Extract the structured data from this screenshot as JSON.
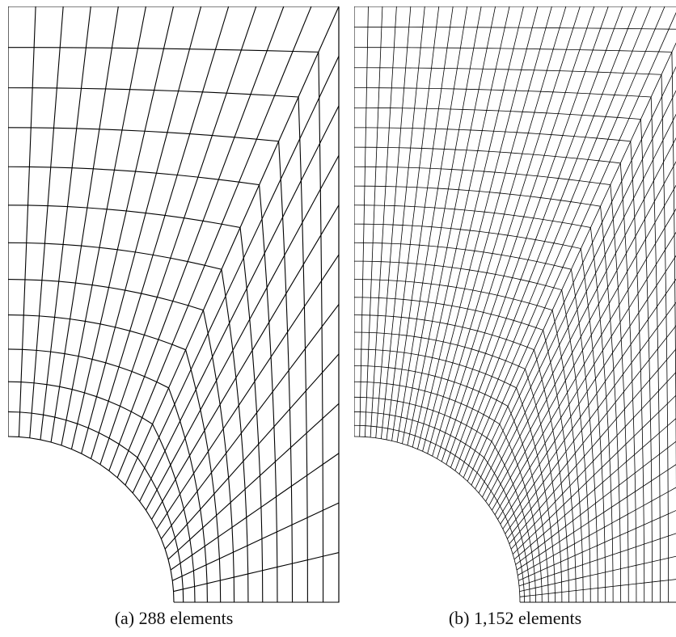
{
  "figure": {
    "panels": [
      {
        "id": "a",
        "caption": "(a) 288 elements",
        "elements": 288,
        "radial_divisions": 12,
        "around_hole_divisions": 24
      },
      {
        "id": "b",
        "caption": "(b) 1,152 elements",
        "elements": 1152,
        "radial_divisions": 24,
        "around_hole_divisions": 48
      }
    ],
    "line_color": "#000000",
    "background": "#ffffff"
  }
}
